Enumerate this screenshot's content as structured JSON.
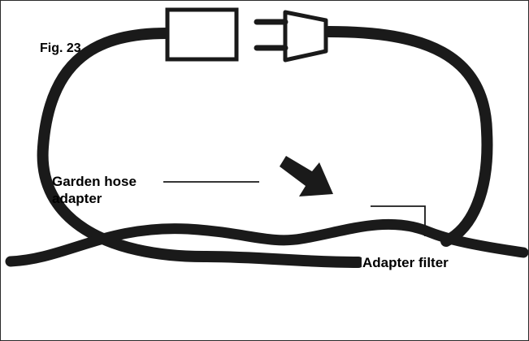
{
  "figure": {
    "label": "Fig. 23",
    "callouts": {
      "garden_hose_adapter": [
        "Garden hose",
        "adapter"
      ],
      "adapter_filter": "Adapter filter"
    }
  },
  "colors": {
    "line": "#1a1a1a",
    "background": "#ffffff",
    "text": "#000000"
  },
  "icons": [
    "female-plug-icon",
    "male-plug-icon",
    "arrow-icon"
  ]
}
